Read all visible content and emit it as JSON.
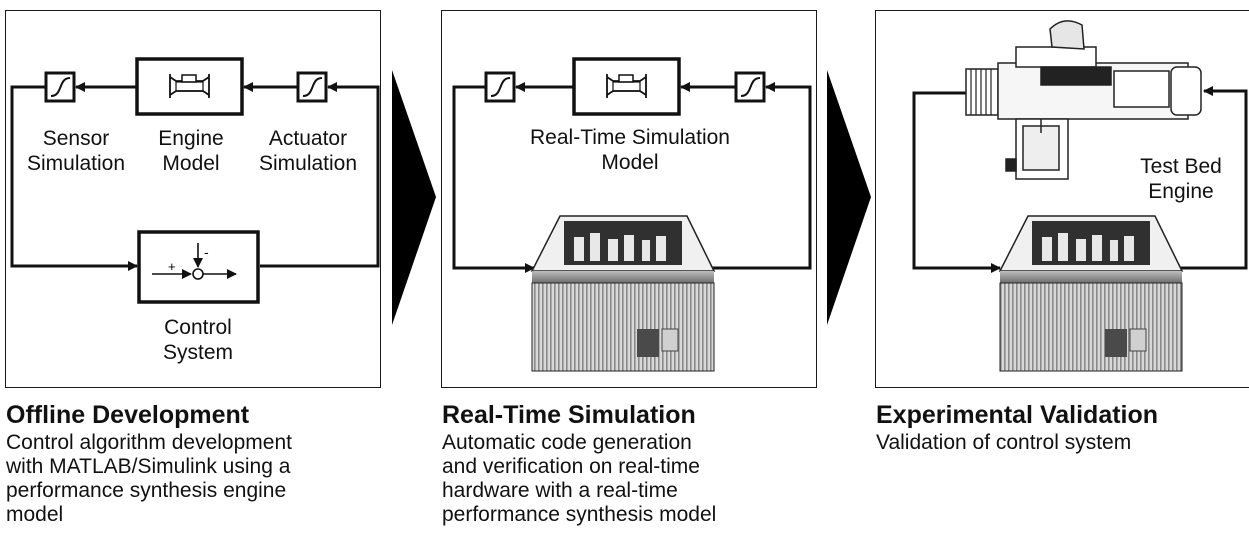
{
  "stages": [
    {
      "title": "Offline Development",
      "description": [
        "Control algorithm development",
        "with MATLAB/Simulink using a",
        "performance synthesis engine",
        "model"
      ],
      "labels": {
        "sensor": [
          "Sensor",
          "Simulation"
        ],
        "engine": [
          "Engine",
          "Model"
        ],
        "actuator": [
          "Actuator",
          "Simulation"
        ],
        "control": [
          "Control",
          "System"
        ],
        "plus": "+",
        "minus": "-"
      }
    },
    {
      "title": "Real-Time Simulation",
      "description": [
        "Automatic code generation",
        "and verification on real-time",
        "hardware with a real-time",
        "performance synthesis model"
      ],
      "labels": {
        "model": [
          "Real-Time Simulation",
          "Model"
        ]
      }
    },
    {
      "title": "Experimental Validation",
      "description": [
        "Validation of control system"
      ],
      "labels": {
        "engine": [
          "Test Bed",
          "Engine"
        ]
      }
    }
  ],
  "icons": [
    "sensor-block-icon",
    "engine-model-icon",
    "actuator-block-icon",
    "summing-junction-icon",
    "real-time-hardware-icon",
    "test-bed-engine-icon",
    "chevron-arrow-icon"
  ]
}
